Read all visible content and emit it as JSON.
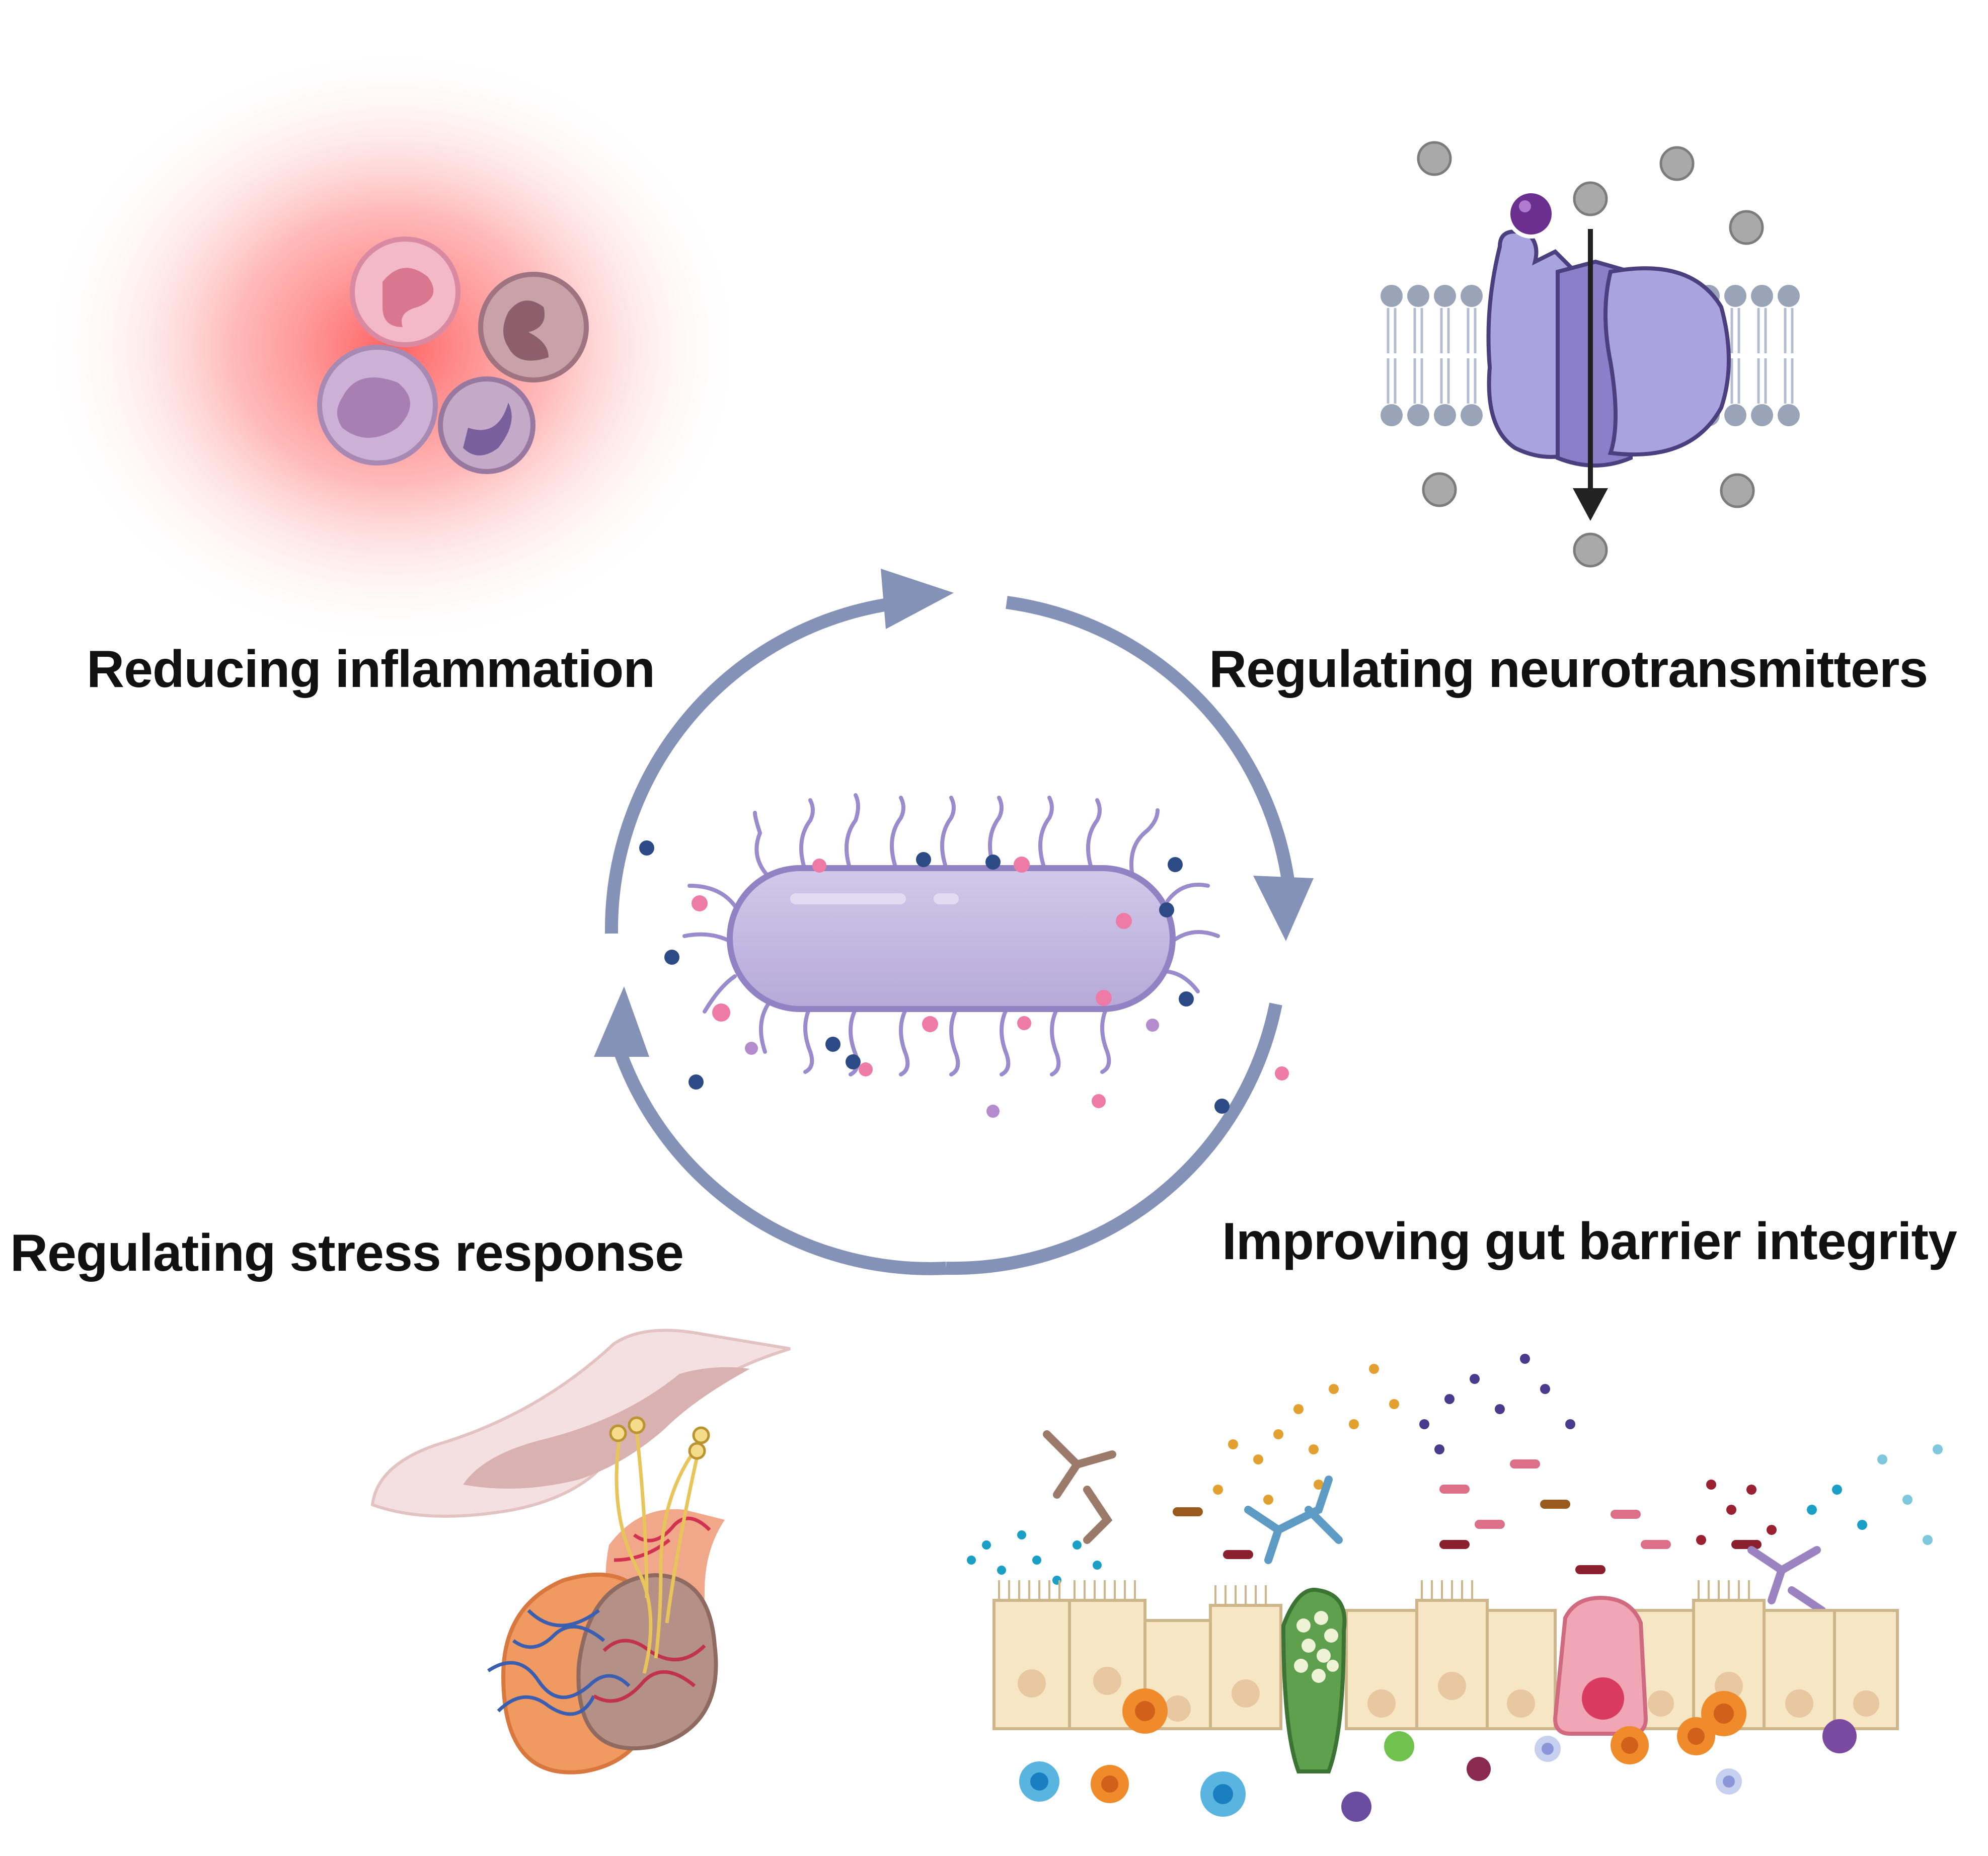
{
  "labels": {
    "inflammation": "Reducing inflammation",
    "neurotransmitters": "Regulating neurotransmitters",
    "stress": "Regulating stress response",
    "gut_barrier": "Improving gut barrier integrity"
  },
  "colors": {
    "cycle_arrow": "#8592b8",
    "bacterium_fill": "#c4b9de",
    "bacterium_stroke": "#9182c4",
    "dot_navy": "#2c4a86",
    "dot_pink": "#ee7aa6",
    "dot_lilac": "#b48cce",
    "inflammation_glow": "#ff6e6e",
    "channel_protein": "#a9a3df",
    "membrane_head": "#9aa4b8",
    "gut_cell": "#f6e6c4"
  },
  "icons": {
    "center": "rod-bacterium-icon",
    "inflammation": "immune-cells-icon",
    "neurotransmitters": "ion-channel-icon",
    "stress": "hypothalamus-pituitary-icon",
    "gut_barrier": "intestinal-epithelium-icon"
  }
}
